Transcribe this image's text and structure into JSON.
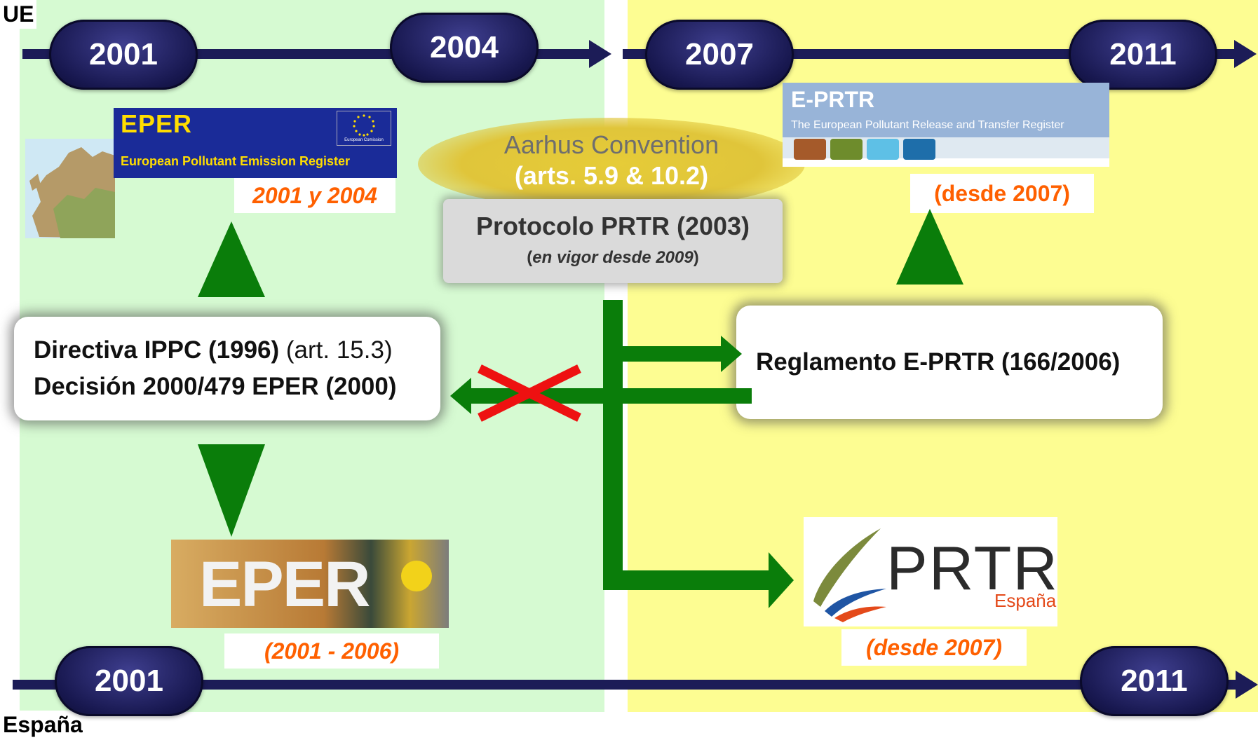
{
  "regions": {
    "top": "UE",
    "bottom": "España"
  },
  "eu_timeline": [
    "2001",
    "2004",
    "2007",
    "2011"
  ],
  "es_timeline": [
    "2001",
    "2011"
  ],
  "eper_banner": {
    "title": "EPER",
    "subtitle": "European Pollutant Emission Register",
    "emblem_text": "European Comission"
  },
  "eper_caption": "2001 y 2004",
  "aarhus": {
    "line1": "Aarhus Convention",
    "line2": "(arts. 5.9 & 10.2)"
  },
  "protocol": {
    "title": "Protocolo PRTR (2003)",
    "sub_open": "(",
    "sub_italic": "en vigor desde 2009",
    "sub_close": ")"
  },
  "eprtr_banner": {
    "title": "E-PRTR",
    "subtitle": "The European Pollutant Release and Transfer Register"
  },
  "eprtr_caption": "(desde 2007)",
  "directive_box": {
    "line1_bold": "Directiva IPPC (1996)",
    "line1_rest": " (art. 15.3)",
    "line2": "Decisión 2000/479 EPER (2000)"
  },
  "regulation_box": {
    "text": "Reglamento E-PRTR (166/2006)"
  },
  "eper_es_logo": {
    "text": "EPER"
  },
  "eper_es_caption": "(2001 - 2006)",
  "prtr_es_logo": {
    "text": "PRTR",
    "sub": "España"
  },
  "prtr_es_caption": "(desde 2007)",
  "colors": {
    "eu_band": "#d6fad2",
    "later_band": "#fdfd92",
    "timeline": "#1c1c57",
    "arrow": "#0a7d0a",
    "caption": "#ff6000",
    "cross": "#ee1111"
  }
}
